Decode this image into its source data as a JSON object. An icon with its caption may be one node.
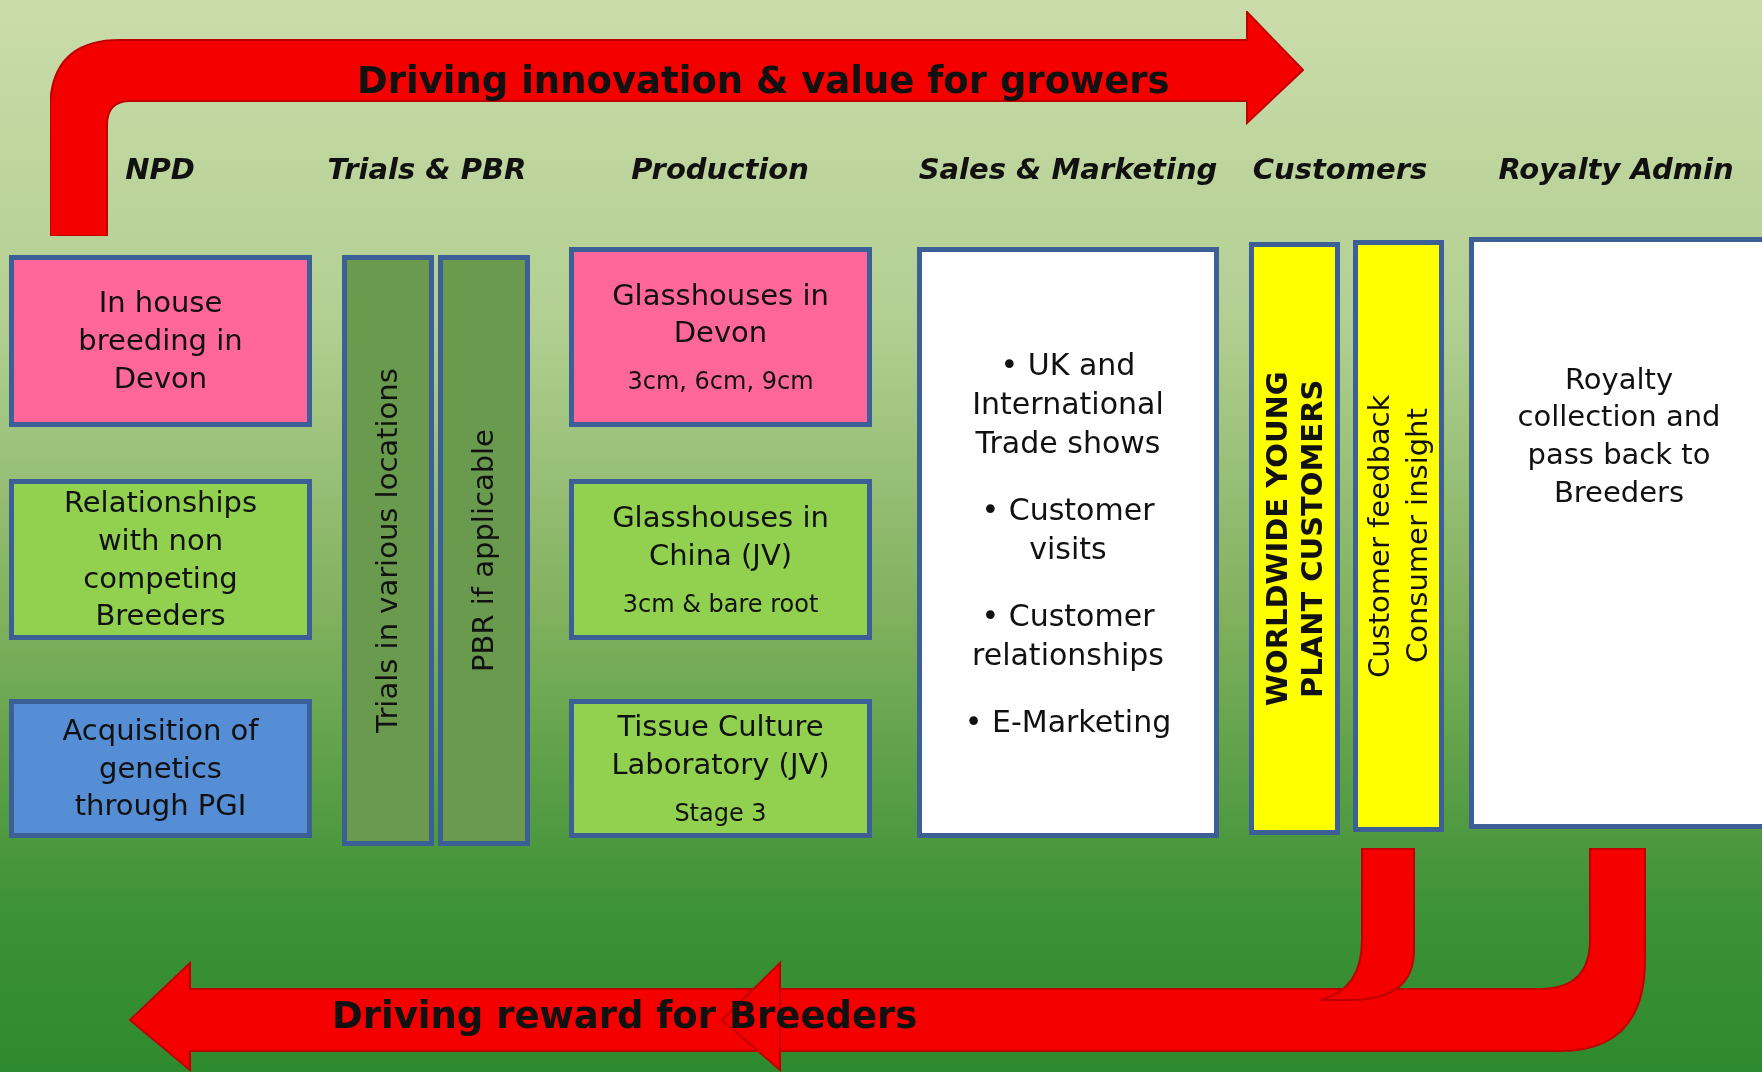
{
  "diagram": {
    "nodes": [
      {
        "text": [
          "Driving innovation & value for growers"
        ]
      },
      {
        "text": [
          "In house breeding in Devon"
        ]
      },
      {
        "text": [
          "Relationships with non competing Breeders"
        ]
      },
      {
        "text": [
          "Acquisition of genetics through PGI"
        ]
      },
      {
        "text": [
          "Trials in various locations"
        ]
      },
      {
        "text": [
          "PBR if applicable"
        ]
      },
      {
        "text": [
          "Glasshouses in Devon",
          "3cm, 6cm, 9cm"
        ]
      },
      {
        "text": [
          "Glasshouses in China (JV)",
          "3cm & bare root"
        ]
      },
      {
        "text": [
          "Tissue Culture Laboratory (JV)",
          "Stage 3"
        ]
      },
      {
        "text": [
          "• UK and International Trade shows",
          "• Customer visits",
          "• Customer relationships",
          "• E-Marketing"
        ]
      },
      {
        "text": [
          "WORLDWIDE YOUNG PLANT CUSTOMERS"
        ]
      },
      {
        "text": [
          "Customer feedback Consumer insight"
        ]
      },
      {
        "text": [
          "Royalty collection and pass back to Breeders"
        ]
      },
      {
        "text": [
          "Driving reward for Breeders"
        ]
      }
    ],
    "labels": [
      "NPD",
      "Trials & PBR",
      "Production",
      "Sales & Marketing",
      "Customers",
      "Royalty Admin"
    ]
  }
}
